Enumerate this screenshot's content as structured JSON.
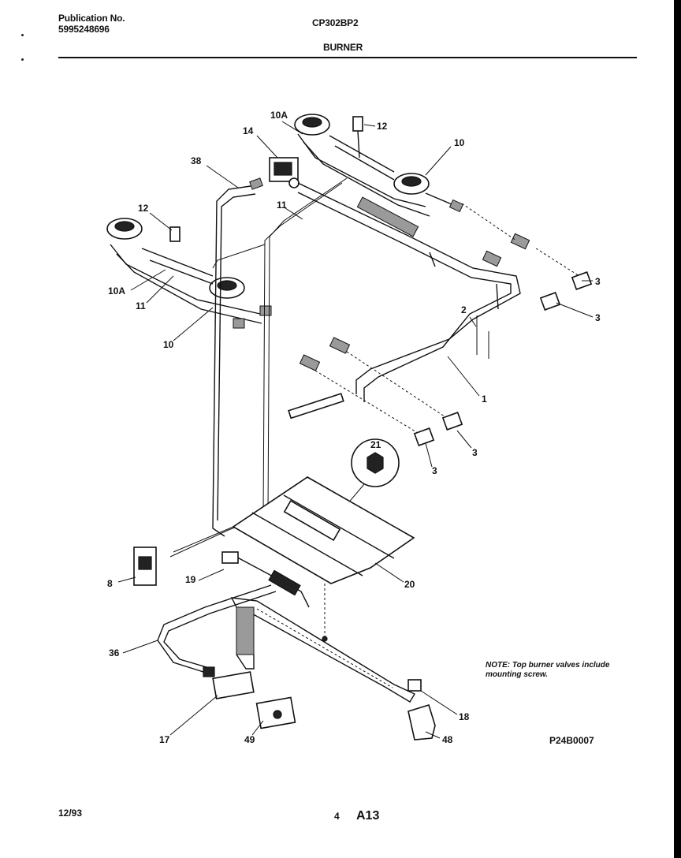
{
  "header": {
    "publication_label": "Publication No.",
    "publication_number": "5995248696",
    "model": "CP302BP2",
    "section": "BURNER"
  },
  "diagram": {
    "callouts": {
      "c10A_top": "10A",
      "c12_top": "12",
      "c14": "14",
      "c10_top": "10",
      "c38": "38",
      "c11_top": "11",
      "c12_left": "12",
      "c3_a": "3",
      "c10A_left": "10A",
      "c11_left": "11",
      "c2": "2",
      "c3_b": "3",
      "c10_left": "10",
      "c1": "1",
      "c3_c": "3",
      "c21": "21",
      "c3_d": "3",
      "c8": "8",
      "c19": "19",
      "c20": "20",
      "c36": "36",
      "c18": "18",
      "c17": "17",
      "c49": "49",
      "c48": "48"
    },
    "figure_id": "P24B0007",
    "note": "NOTE: Top burner valves include mounting screw."
  },
  "footer": {
    "date": "12/93",
    "page_number": "4",
    "page_code": "A13"
  }
}
